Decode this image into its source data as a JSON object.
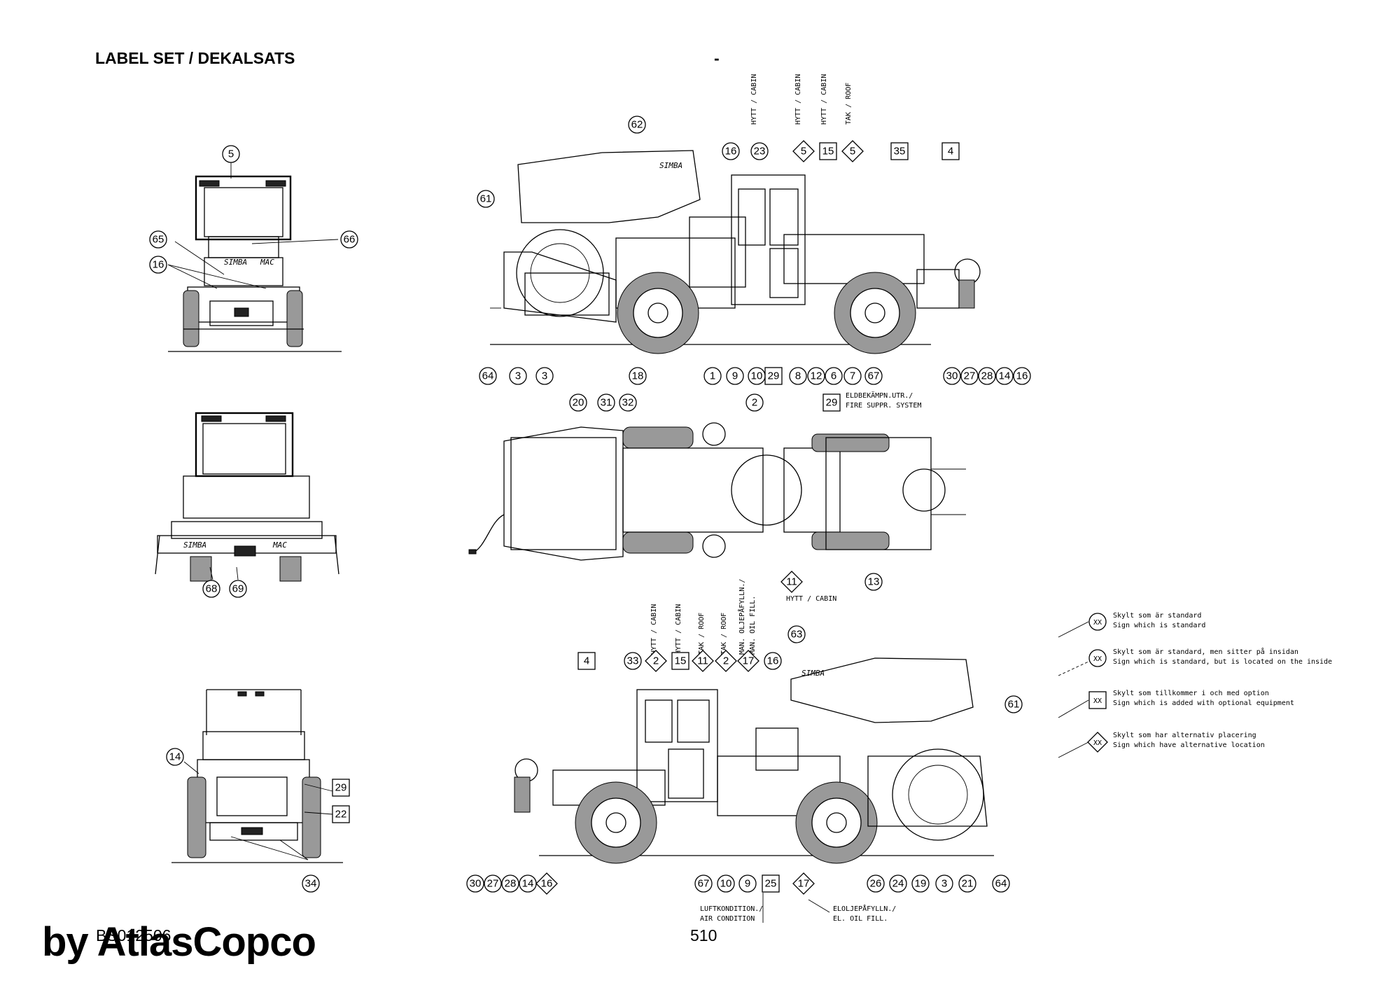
{
  "header": {
    "title": "LABEL SET / DEKALSATS",
    "dash": "-"
  },
  "footer": {
    "doc_number": "BS012506",
    "page_number": "510",
    "brand": "by AtlasCopco"
  },
  "annotations": {
    "cabin_1": "HYTT / CABIN",
    "cabin_2": "HYTT / CABIN",
    "cabin_3": "HYTT / CABIN",
    "roof_1": "TAK / ROOF",
    "cabin_4": "HYTT / CABIN",
    "cabin_5": "HYTT / CABIN",
    "roof_2": "TAK / ROOF",
    "roof_3": "TAK / ROOF",
    "oil_fill_se": "MAN. OLJEPÅFYLLN./",
    "oil_fill_en": "MAN. OIL FILL.",
    "fire_se": "ELDBEKÄMPN.UTR./",
    "fire_en": "FIRE SUPPR. SYSTEM",
    "cabin_mid": "HYTT / CABIN",
    "aircon_se": "LUFTKONDITION./",
    "aircon_en": "AIR CONDITION",
    "eloil_se": "ELOLJEPÅFYLLN./",
    "eloil_en": "EL. OIL FILL.",
    "brand_on_body": "SIMBA",
    "brand_on_body_2": "MAC"
  },
  "legend": [
    {
      "shape": "circle",
      "code": "XX",
      "sv": "Skylt som är standard",
      "en": "Sign which is standard"
    },
    {
      "shape": "circle-arrow",
      "code": "XX",
      "sv": "Skylt som är standard, men sitter på insidan",
      "en": "Sign which is standard, but is located on the inside"
    },
    {
      "shape": "square",
      "code": "XX",
      "sv": "Skylt som tillkommer i och med option",
      "en": "Sign which is added with optional equipment"
    },
    {
      "shape": "diamond",
      "code": "XX",
      "sv": "Skylt som har alternativ placering",
      "en": "Sign which have alternative location"
    }
  ],
  "callouts": [
    {
      "id": "c5a",
      "label": "5",
      "shape": "circle"
    },
    {
      "id": "c65",
      "label": "65",
      "shape": "circle"
    },
    {
      "id": "c66",
      "label": "66",
      "shape": "circle"
    },
    {
      "id": "c16a",
      "label": "16",
      "shape": "circle"
    },
    {
      "id": "c68",
      "label": "68",
      "shape": "circle"
    },
    {
      "id": "c69",
      "label": "69",
      "shape": "circle"
    },
    {
      "id": "c14a",
      "label": "14",
      "shape": "circle"
    },
    {
      "id": "c29a",
      "label": "29",
      "shape": "square"
    },
    {
      "id": "c22",
      "label": "22",
      "shape": "square"
    },
    {
      "id": "c34",
      "label": "34",
      "shape": "circle"
    },
    {
      "id": "c62",
      "label": "62",
      "shape": "circle"
    },
    {
      "id": "c61a",
      "label": "61",
      "shape": "circle"
    },
    {
      "id": "c16b",
      "label": "16",
      "shape": "circle"
    },
    {
      "id": "c23",
      "label": "23",
      "shape": "circle"
    },
    {
      "id": "c5b",
      "label": "5",
      "shape": "diamond"
    },
    {
      "id": "c15a",
      "label": "15",
      "shape": "square"
    },
    {
      "id": "c5c",
      "label": "5",
      "shape": "diamond"
    },
    {
      "id": "c35",
      "label": "35",
      "shape": "square"
    },
    {
      "id": "c4a",
      "label": "4",
      "shape": "square"
    },
    {
      "id": "c64a",
      "label": "64",
      "shape": "circle"
    },
    {
      "id": "c3a",
      "label": "3",
      "shape": "circle"
    },
    {
      "id": "c3b",
      "label": "3",
      "shape": "circle"
    },
    {
      "id": "c18",
      "label": "18",
      "shape": "circle"
    },
    {
      "id": "c1",
      "label": "1",
      "shape": "circle"
    },
    {
      "id": "c9a",
      "label": "9",
      "shape": "circle"
    },
    {
      "id": "c10a",
      "label": "10",
      "shape": "circle"
    },
    {
      "id": "c29b",
      "label": "29",
      "shape": "square"
    },
    {
      "id": "c8",
      "label": "8",
      "shape": "circle"
    },
    {
      "id": "c12",
      "label": "12",
      "shape": "circle"
    },
    {
      "id": "c6",
      "label": "6",
      "shape": "circle"
    },
    {
      "id": "c7",
      "label": "7",
      "shape": "circle"
    },
    {
      "id": "c67a",
      "label": "67",
      "shape": "circle"
    },
    {
      "id": "c30a",
      "label": "30",
      "shape": "circle"
    },
    {
      "id": "c27a",
      "label": "27",
      "shape": "circle"
    },
    {
      "id": "c28a",
      "label": "28",
      "shape": "circle"
    },
    {
      "id": "c14b",
      "label": "14",
      "shape": "circle"
    },
    {
      "id": "c16c",
      "label": "16",
      "shape": "circle"
    },
    {
      "id": "c20",
      "label": "20",
      "shape": "circle"
    },
    {
      "id": "c31",
      "label": "31",
      "shape": "circle"
    },
    {
      "id": "c32",
      "label": "32",
      "shape": "circle"
    },
    {
      "id": "c2a",
      "label": "2",
      "shape": "circle"
    },
    {
      "id": "c29c",
      "label": "29",
      "shape": "square"
    },
    {
      "id": "c11a",
      "label": "11",
      "shape": "diamond"
    },
    {
      "id": "c13",
      "label": "13",
      "shape": "circle"
    },
    {
      "id": "c4b",
      "label": "4",
      "shape": "square"
    },
    {
      "id": "c33",
      "label": "33",
      "shape": "circle"
    },
    {
      "id": "c2b",
      "label": "2",
      "shape": "diamond"
    },
    {
      "id": "c15b",
      "label": "15",
      "shape": "square"
    },
    {
      "id": "c11b",
      "label": "11",
      "shape": "diamond"
    },
    {
      "id": "c2c",
      "label": "2",
      "shape": "diamond"
    },
    {
      "id": "c17a",
      "label": "17",
      "shape": "diamond"
    },
    {
      "id": "c16d",
      "label": "16",
      "shape": "circle"
    },
    {
      "id": "c63",
      "label": "63",
      "shape": "circle"
    },
    {
      "id": "c61b",
      "label": "61",
      "shape": "circle"
    },
    {
      "id": "c30b",
      "label": "30",
      "shape": "circle"
    },
    {
      "id": "c27b",
      "label": "27",
      "shape": "circle"
    },
    {
      "id": "c28b",
      "label": "28",
      "shape": "circle"
    },
    {
      "id": "c14c",
      "label": "14",
      "shape": "circle"
    },
    {
      "id": "c16e",
      "label": "16",
      "shape": "diamond"
    },
    {
      "id": "c67b",
      "label": "67",
      "shape": "circle"
    },
    {
      "id": "c10b",
      "label": "10",
      "shape": "circle"
    },
    {
      "id": "c9b",
      "label": "9",
      "shape": "circle"
    },
    {
      "id": "c25",
      "label": "25",
      "shape": "square"
    },
    {
      "id": "c17b",
      "label": "17",
      "shape": "diamond"
    },
    {
      "id": "c26",
      "label": "26",
      "shape": "circle"
    },
    {
      "id": "c24",
      "label": "24",
      "shape": "circle"
    },
    {
      "id": "c19",
      "label": "19",
      "shape": "circle"
    },
    {
      "id": "c3c",
      "label": "3",
      "shape": "circle"
    },
    {
      "id": "c21",
      "label": "21",
      "shape": "circle"
    },
    {
      "id": "c64b",
      "label": "64",
      "shape": "circle"
    }
  ]
}
